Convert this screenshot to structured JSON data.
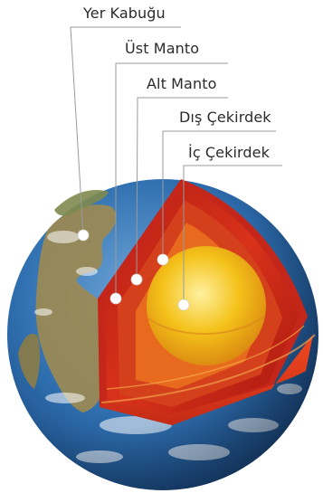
{
  "labels": {
    "crust": "Yer Kabuğu",
    "upper_mantle": "Üst Manto",
    "lower_mantle": "Alt Manto",
    "outer_core": "Dış Çekirdek",
    "inner_core": "İç Çekirdek"
  },
  "colors": {
    "leader_line": "#9a9a9a",
    "ocean": "#2f6fb0",
    "land": "#9c8a52",
    "crust_band": "#c4271a",
    "upper_mantle": "#d93a1e",
    "lower_mantle": "#e4561f",
    "outer_core": "#f08a1e",
    "inner_core": "#f4c21a",
    "marker": "#ffffff"
  }
}
